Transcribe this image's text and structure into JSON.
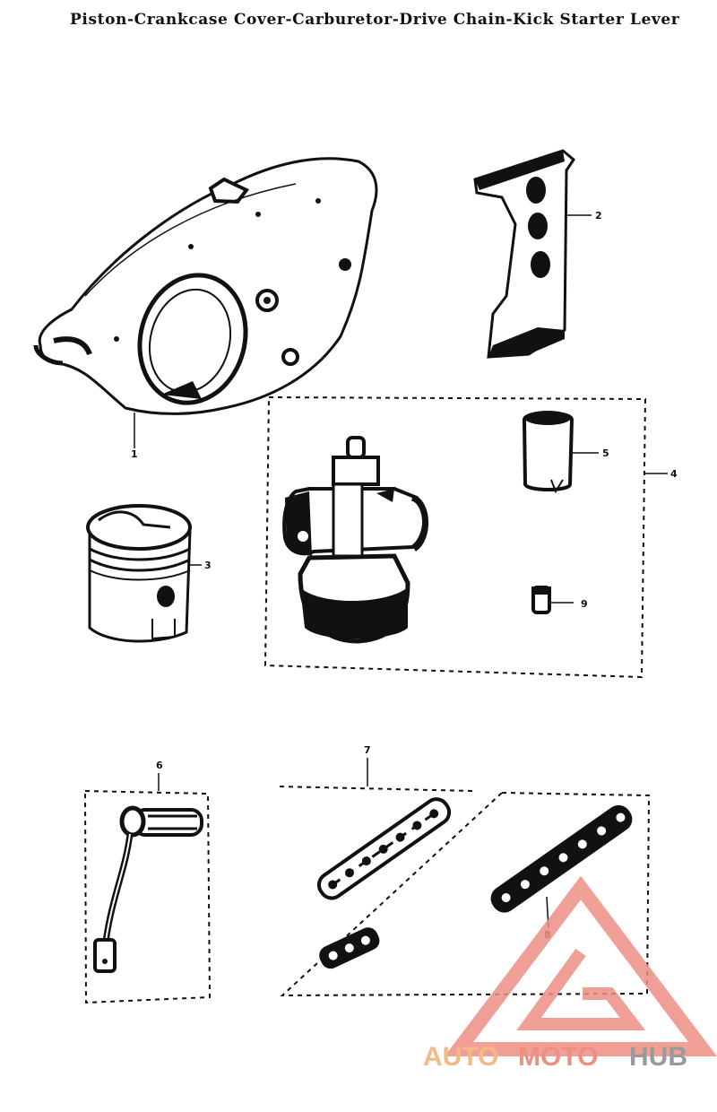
{
  "title": "Piston-Crankcase Cover-Carburetor-Drive Chain-Kick Starter Lever",
  "part_numbers": {
    "p1": "1",
    "p2": "2",
    "p3": "3",
    "p4": "4",
    "p5": "5",
    "p6": "6",
    "p7": "7",
    "p8": "8",
    "p9": "9"
  },
  "watermark": {
    "word1": "AUTO",
    "word2": "MOTO",
    "word3": "HUB",
    "color1": "#f2b989",
    "color2": "#ee8f84",
    "color3": "#9a9a9a",
    "logo_color": "#ee8f84"
  }
}
